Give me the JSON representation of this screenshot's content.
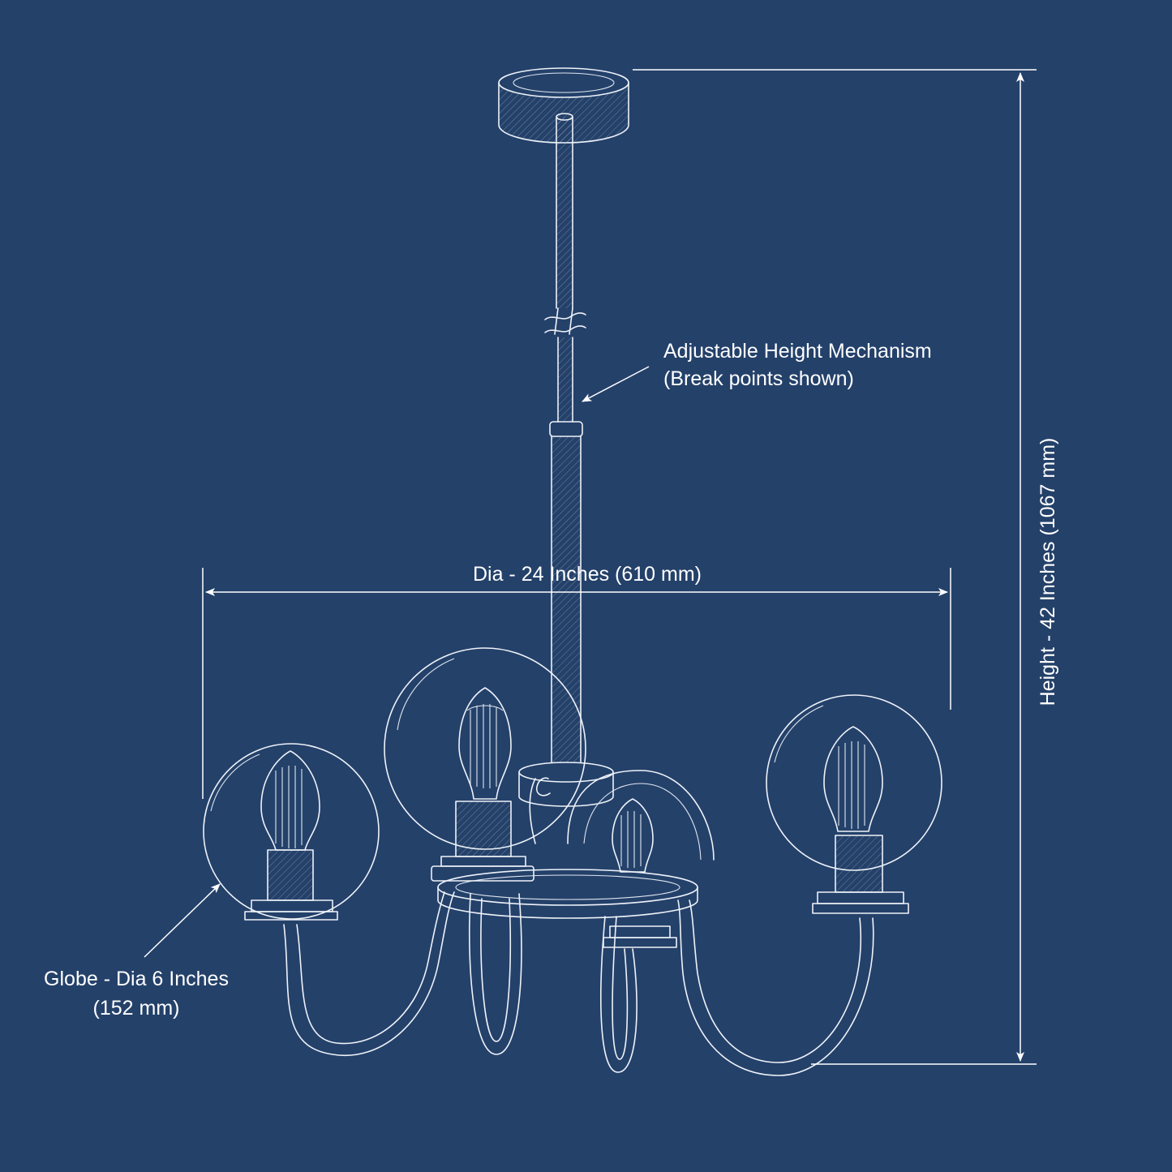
{
  "theme": {
    "background": "#24416a",
    "line": "#eef2f8",
    "text": "#ffffff"
  },
  "labels": {
    "height_mechanism": [
      "Adjustable Height Mechanism",
      "(Break points shown)"
    ],
    "diameter": "Dia - 24 Inches (610 mm)",
    "height": "Height - 42 Inches (1067 mm)",
    "globe": [
      "Globe - Dia 6 Inches",
      "(152 mm)"
    ]
  }
}
